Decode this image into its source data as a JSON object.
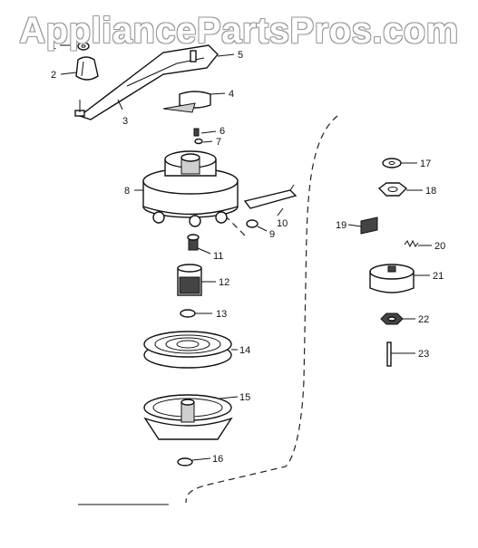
{
  "watermark": "AppliancePartsPros.com",
  "callouts": [
    {
      "id": "1",
      "label": "1"
    },
    {
      "id": "2",
      "label": "2"
    },
    {
      "id": "3",
      "label": "3"
    },
    {
      "id": "4",
      "label": "4"
    },
    {
      "id": "5",
      "label": "5"
    },
    {
      "id": "6",
      "label": "6"
    },
    {
      "id": "7",
      "label": "7"
    },
    {
      "id": "8",
      "label": "8"
    },
    {
      "id": "9",
      "label": "9"
    },
    {
      "id": "10",
      "label": "10"
    },
    {
      "id": "11",
      "label": "11"
    },
    {
      "id": "12",
      "label": "12"
    },
    {
      "id": "13",
      "label": "13"
    },
    {
      "id": "14",
      "label": "14"
    },
    {
      "id": "15",
      "label": "15"
    },
    {
      "id": "16",
      "label": "16"
    },
    {
      "id": "17",
      "label": "17"
    },
    {
      "id": "18",
      "label": "18"
    },
    {
      "id": "19",
      "label": "19"
    },
    {
      "id": "20",
      "label": "20"
    },
    {
      "id": "21",
      "label": "21"
    },
    {
      "id": "22",
      "label": "22"
    },
    {
      "id": "23",
      "label": "23"
    }
  ]
}
